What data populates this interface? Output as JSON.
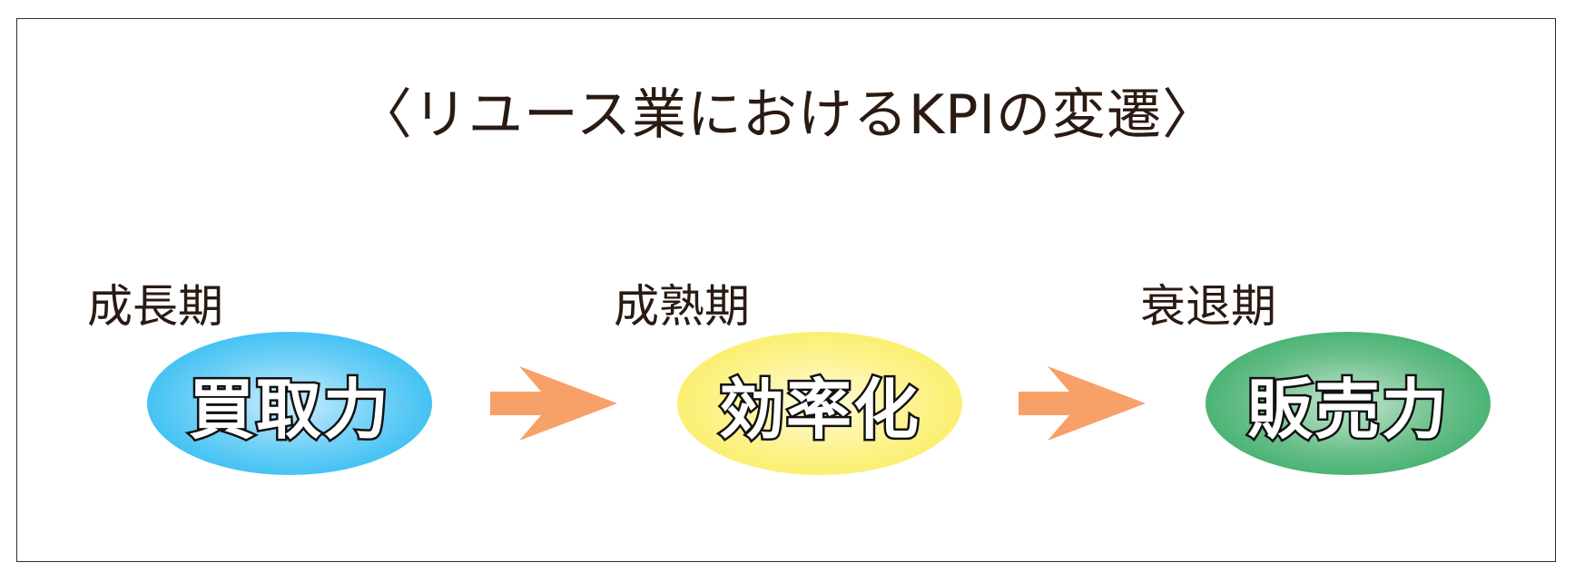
{
  "title": "〈リユース業におけるKPIの変遷〉",
  "stages": [
    {
      "period": "成長期",
      "kpi": "買取力",
      "color": "#14b3ef"
    },
    {
      "period": "成熟期",
      "kpi": "効率化",
      "color": "#f7ec4e"
    },
    {
      "period": "衰退期",
      "kpi": "販売力",
      "color": "#22a55a"
    }
  ],
  "arrow_color": "#f7a068",
  "text_color": "#2a1a12"
}
